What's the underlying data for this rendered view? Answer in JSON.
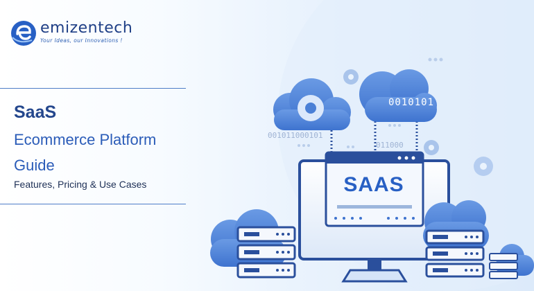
{
  "brand": {
    "name": "emizentech",
    "tagline": "Your Ideas, our Innovations !",
    "icon": "emizentech-logo-icon"
  },
  "headline": {
    "title": "SaaS",
    "subtitle_line1": "Ecommerce Platform",
    "subtitle_line2": "Guide",
    "tagline": "Features, Pricing & Use Cases"
  },
  "illustration": {
    "screen_label": "SAAS",
    "cloud_binary": "0010101",
    "binary_left": "001011000101",
    "binary_right": "011000"
  },
  "colors": {
    "primary_blue": "#2860c4",
    "dark_blue": "#24478d",
    "cloud_blue": "#4a7fd6",
    "light_bg": "#eaf3fd"
  }
}
